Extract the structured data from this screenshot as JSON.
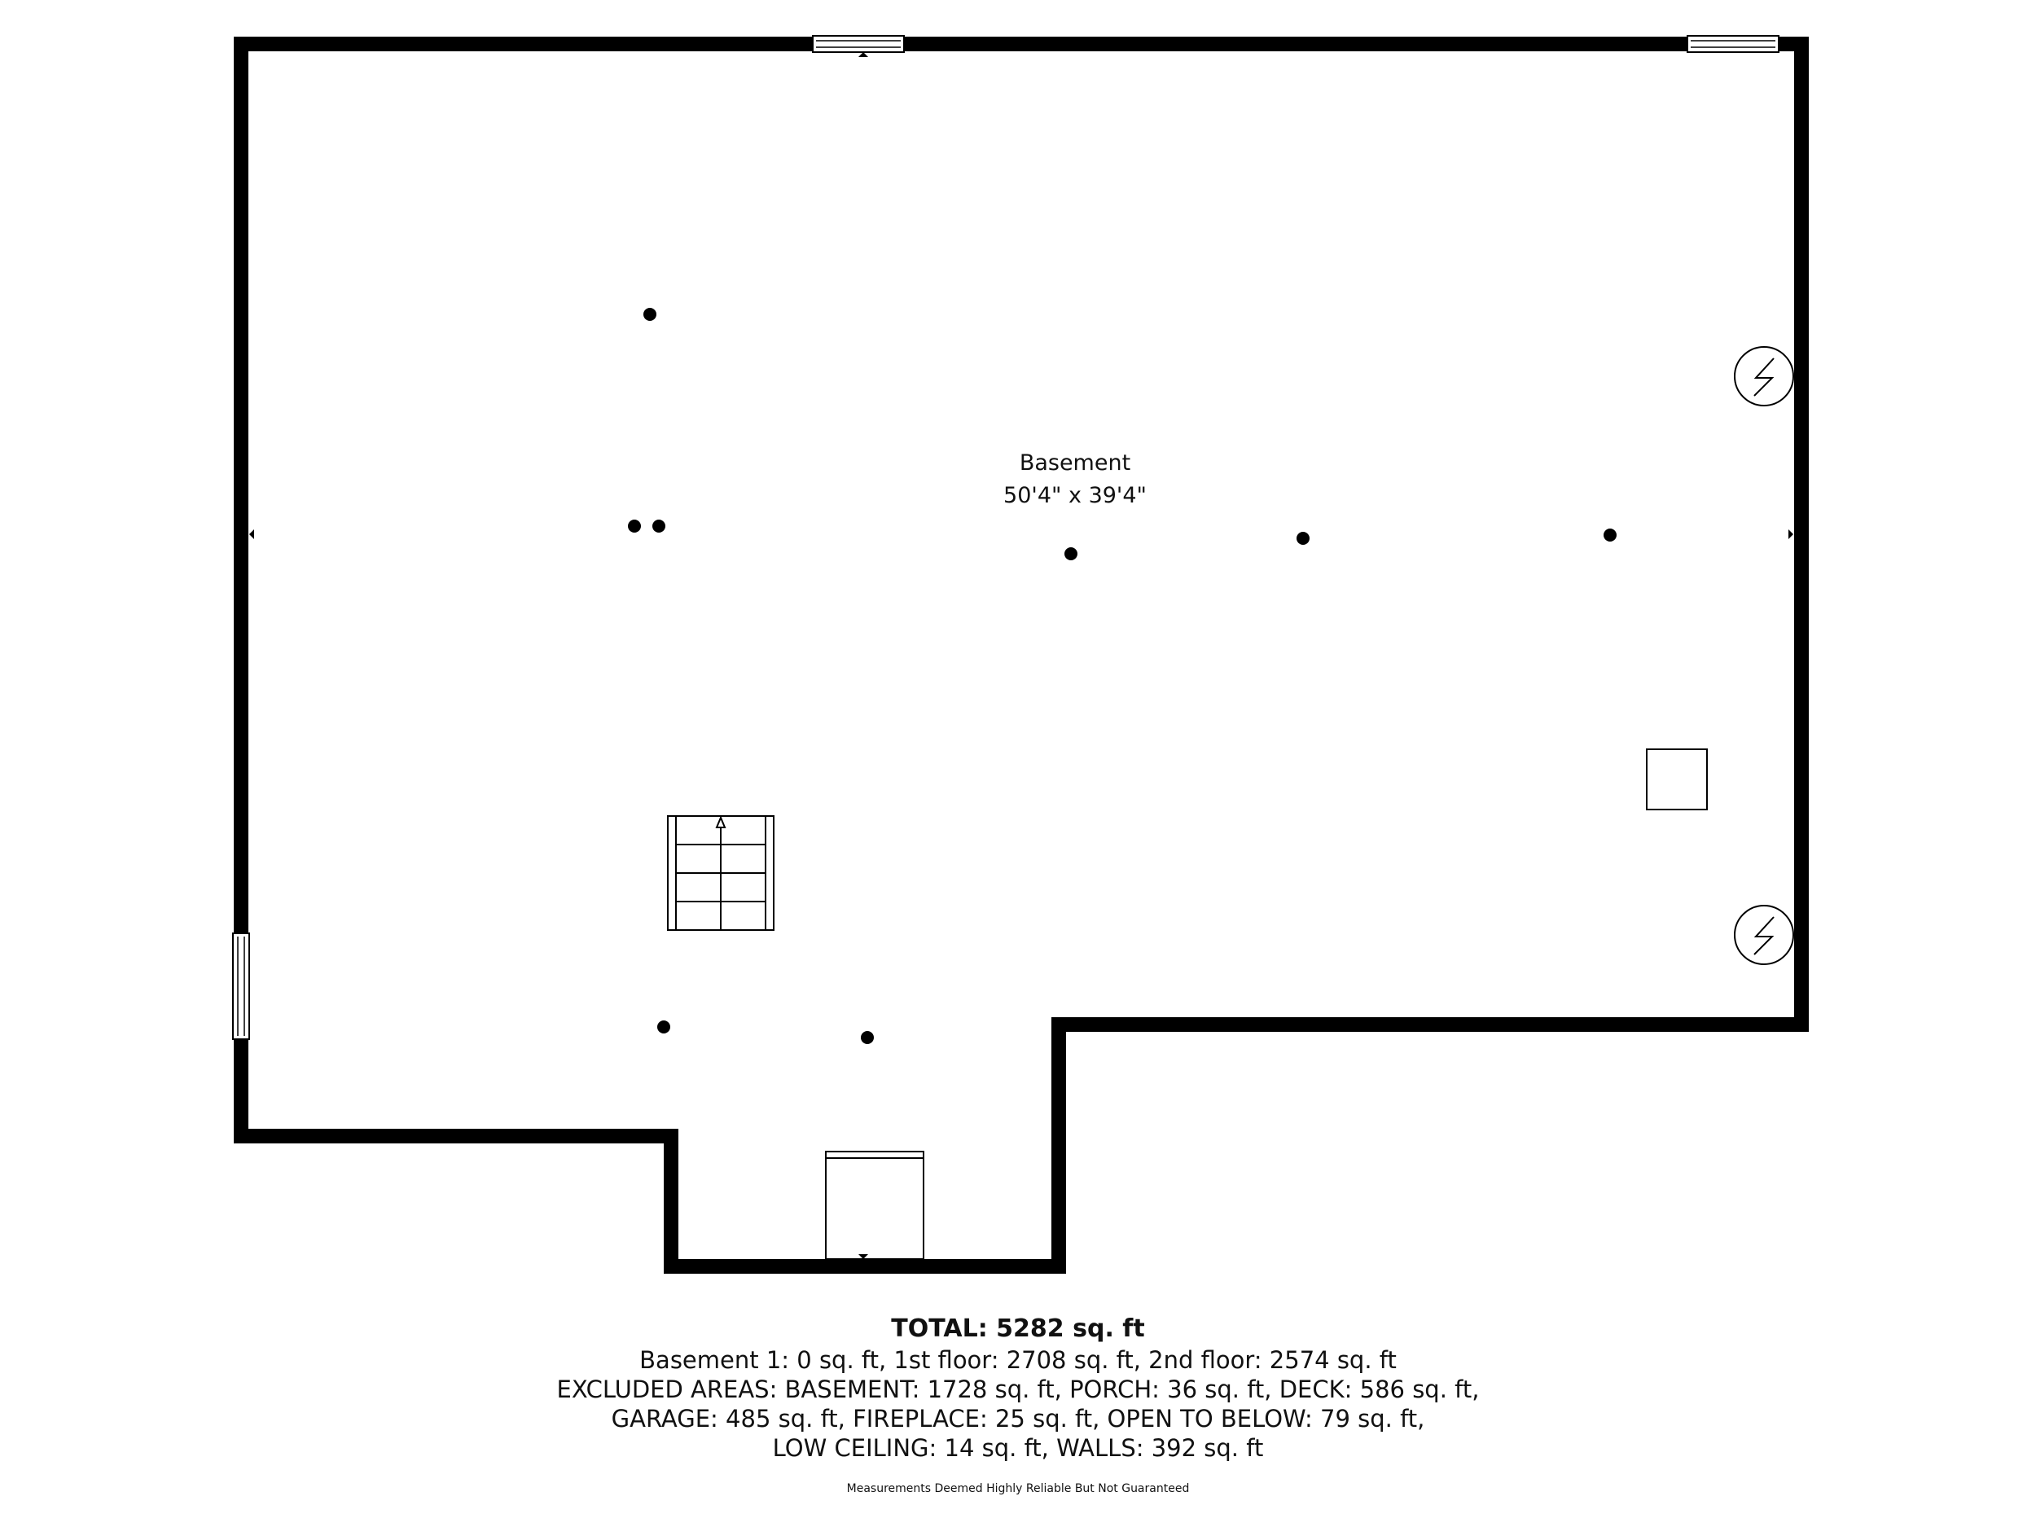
{
  "room": {
    "name": "Basement",
    "dimensions": "50'4\" x 39'4\""
  },
  "summary": {
    "total": "TOTAL: 5282 sq. ft",
    "line1": "Basement 1: 0 sq. ft, 1st floor: 2708 sq. ft, 2nd floor: 2574 sq. ft",
    "line2": "EXCLUDED AREAS: BASEMENT: 1728 sq. ft, PORCH: 36 sq. ft, DECK: 586 sq. ft,",
    "line3": "GARAGE: 485 sq. ft, FIREPLACE: 25 sq. ft, OPEN TO BELOW: 79 sq. ft,",
    "line4": "LOW CEILING: 14 sq. ft, WALLS: 392 sq. ft"
  },
  "disclaimer": "Measurements Deemed Highly Reliable But Not Guaranteed",
  "icons": {
    "column": "column-post-icon",
    "electrical": "electrical-panel-icon",
    "stairs": "stairs-icon",
    "window": "window-icon",
    "door": "door-icon"
  },
  "colors": {
    "wall": "#000000",
    "background": "#ffffff"
  }
}
